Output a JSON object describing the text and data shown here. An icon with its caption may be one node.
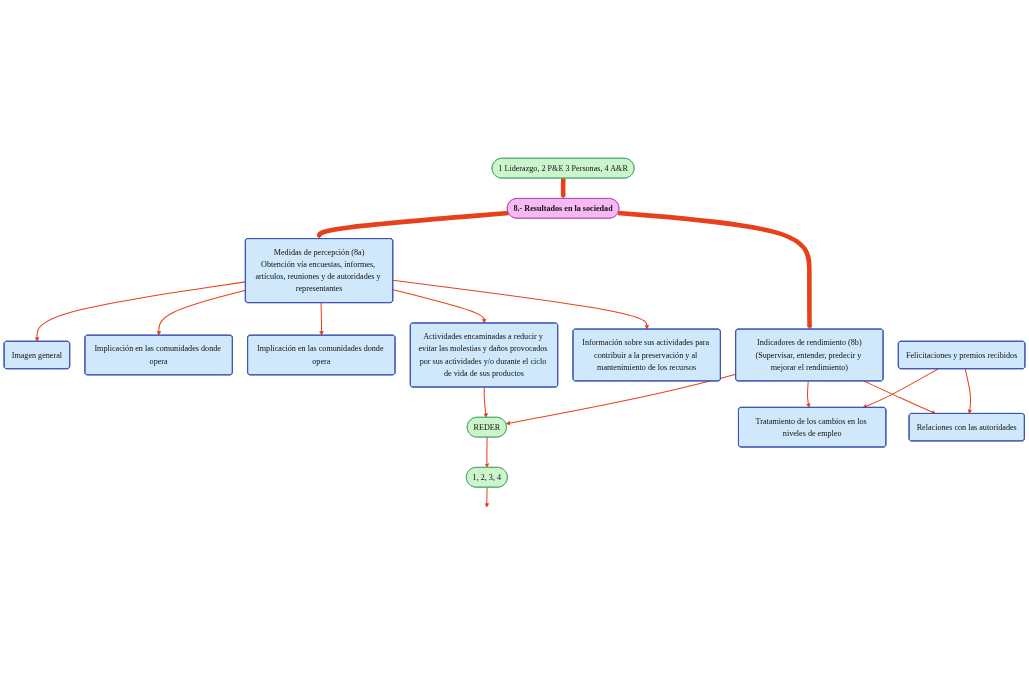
{
  "diagram": {
    "nodes": [
      {
        "text": [
          "1 Liderazgo, 2 P&E 3 Personas, 4 A&R"
        ]
      },
      {
        "text": [
          "8.- Resultados en la sociedad"
        ]
      },
      {
        "text": [
          "Medidas de percepción (8a)",
          "Obtención vía encuestas, informes, artículos, reuniones y de autoridades y representantes"
        ]
      },
      {
        "text": [
          "Imagen general"
        ]
      },
      {
        "text": [
          "Implicación en las comunidades donde opera"
        ]
      },
      {
        "text": [
          "Implicación en las comunidades donde opera"
        ]
      },
      {
        "text": [
          "Actividades encaminadas a reducir y evitar las molestias y daños provocados por sus actividades y/o durante el ciclo de vida de sus productos"
        ]
      },
      {
        "text": [
          "Información sobre sus actividades para contribuir a la preservación y al mantenimiento de los recursos"
        ]
      },
      {
        "text": [
          "REDER"
        ]
      },
      {
        "text": [
          "1, 2, 3, 4"
        ]
      },
      {
        "text": [
          "Indicadores de rendimiento (8b)",
          "(Supervisar, entender, predecir y mejorar el rendimiento)"
        ]
      },
      {
        "text": [
          "Tratamiento de los cambios en los niveles de empleo"
        ]
      },
      {
        "text": [
          "Relaciones con las autoridades"
        ]
      },
      {
        "text": [
          "Felicitaciones y premios recibidos"
        ]
      }
    ],
    "edges": [
      {
        "from": 0,
        "to": 1,
        "arrow": "to",
        "style": "thick"
      },
      {
        "from": 1,
        "to": 2,
        "arrow": "to",
        "style": "thick"
      },
      {
        "from": 1,
        "to": 10,
        "arrow": "to",
        "style": "thick"
      },
      {
        "from": 2,
        "to": 3,
        "arrow": "to"
      },
      {
        "from": 2,
        "to": 4,
        "arrow": "to"
      },
      {
        "from": 2,
        "to": 5,
        "arrow": "to"
      },
      {
        "from": 2,
        "to": 6,
        "arrow": "to"
      },
      {
        "from": 2,
        "to": 7,
        "arrow": "to"
      },
      {
        "from": 6,
        "to": 8,
        "arrow": "to"
      },
      {
        "from": 10,
        "to": 8,
        "arrow": "to"
      },
      {
        "from": 8,
        "to": 9,
        "arrow": "to"
      },
      {
        "from": 9,
        "to": null,
        "arrow": "to"
      },
      {
        "from": 10,
        "to": 11,
        "arrow": "to"
      },
      {
        "from": 10,
        "to": 12,
        "arrow": "to"
      },
      {
        "from": 13,
        "to": 11,
        "arrow": "to"
      },
      {
        "from": 13,
        "to": 12,
        "arrow": "to"
      }
    ]
  }
}
